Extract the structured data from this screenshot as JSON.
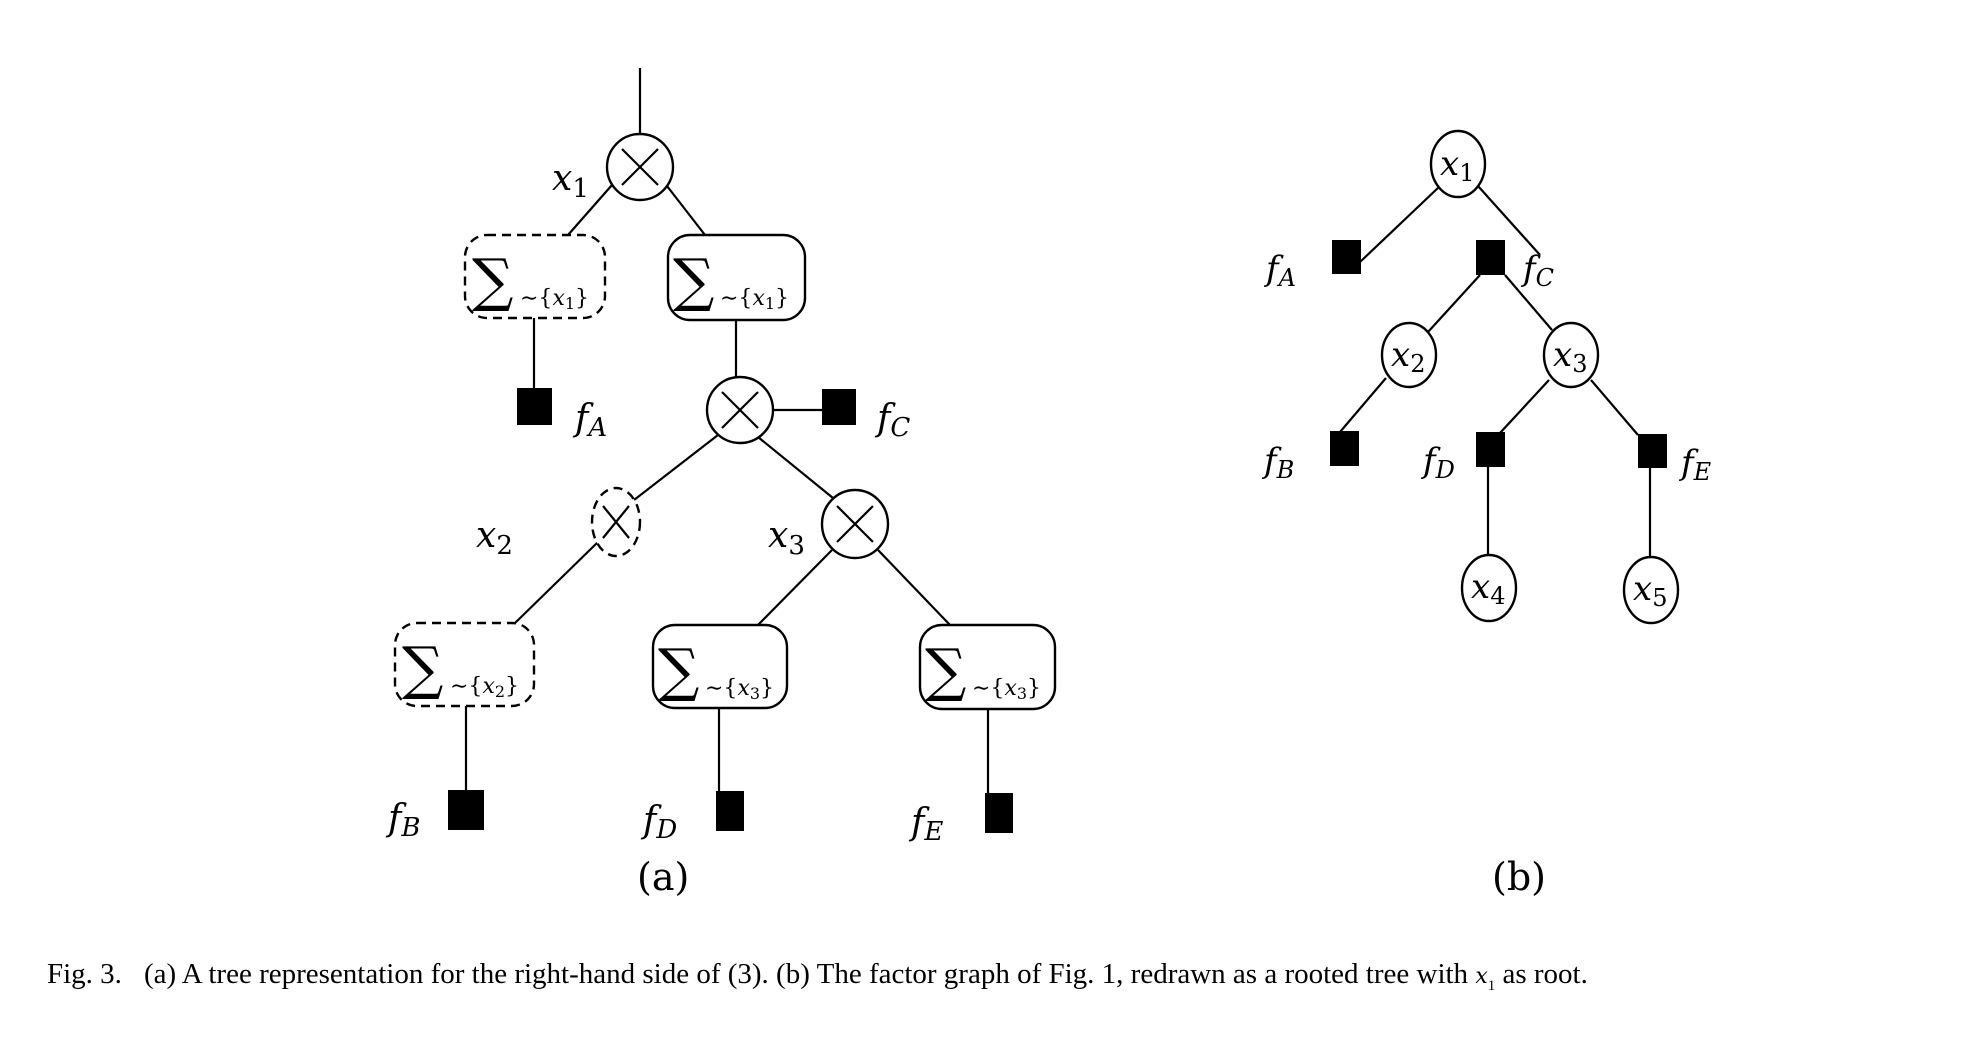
{
  "figure": {
    "panel_a": {
      "label": "(a)",
      "root_var": {
        "letter": "x",
        "sub": "1"
      },
      "product_glyph": "×",
      "sum_glyph": "∑",
      "sum_boxes": [
        {
          "var_sub": "1",
          "style": "dashed",
          "text": "~{x1}"
        },
        {
          "var_sub": "1",
          "style": "solid",
          "text": "~{x1}"
        },
        {
          "var_sub": "2",
          "style": "dashed",
          "text": "~{x2}"
        },
        {
          "var_sub": "3",
          "style": "solid",
          "text": "~{x3}"
        },
        {
          "var_sub": "3",
          "style": "solid",
          "text": "~{x3}"
        }
      ],
      "var_labels": [
        {
          "letter": "x",
          "sub": "1"
        },
        {
          "letter": "x",
          "sub": "2"
        },
        {
          "letter": "x",
          "sub": "3"
        }
      ],
      "factors": [
        {
          "letter": "f",
          "sub": "A"
        },
        {
          "letter": "f",
          "sub": "C"
        },
        {
          "letter": "f",
          "sub": "B"
        },
        {
          "letter": "f",
          "sub": "D"
        },
        {
          "letter": "f",
          "sub": "E"
        }
      ]
    },
    "panel_b": {
      "label": "(b)",
      "variables": [
        {
          "letter": "x",
          "sub": "1"
        },
        {
          "letter": "x",
          "sub": "2"
        },
        {
          "letter": "x",
          "sub": "3"
        },
        {
          "letter": "x",
          "sub": "4"
        },
        {
          "letter": "x",
          "sub": "5"
        }
      ],
      "factors": [
        {
          "letter": "f",
          "sub": "A"
        },
        {
          "letter": "f",
          "sub": "C"
        },
        {
          "letter": "f",
          "sub": "B"
        },
        {
          "letter": "f",
          "sub": "D"
        },
        {
          "letter": "f",
          "sub": "E"
        }
      ]
    },
    "caption": {
      "fig_label": "Fig. 3.",
      "text_before": "(a) A tree representation for the right-hand side of (3). (b) The factor graph of Fig. 1, redrawn as a rooted tree with ",
      "math_var": "x",
      "math_sub": "1",
      "text_after": " as root."
    }
  }
}
